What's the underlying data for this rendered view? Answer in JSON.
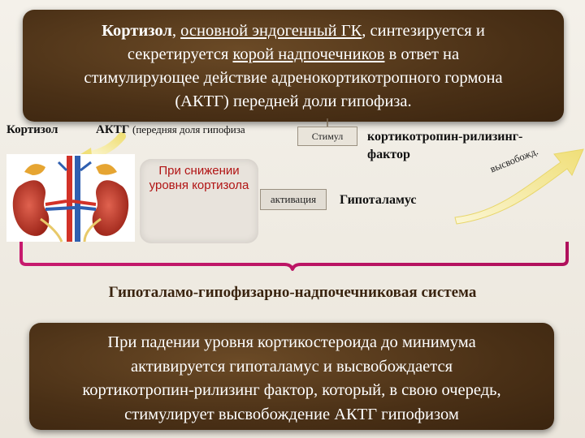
{
  "top_box": {
    "s1": "Кортизол",
    "s2": ", ",
    "s3": "основной эндогенный ГК",
    "s4": ", синтезируется и",
    "s5": "секретируется ",
    "s6": "корой надпочечников",
    "s7": " в ответ на",
    "line3": "стимулирующее действие адренокортикотропного гормона",
    "line4": "(АКТГ) передней доли гипофиза."
  },
  "labels": {
    "cortisol": "Кортизол",
    "acth": "АКТГ",
    "acth_sub": "(передняя доля гипофиза",
    "stimul": "Стимул",
    "crh": "кортикотропин-рилизинг-фактор",
    "activation": "активация",
    "hypothalamus": "Гипоталамус",
    "release": "высвобожд.",
    "low_cortisol": "При снижении уровня кортизола",
    "system": "Гипоталамо-гипофизарно-надпочечниковая система"
  },
  "bottom_box": {
    "line1": "При падении уровня кортикостероида до минимума",
    "line2": "активируется гипоталамус и высвобождается",
    "line3": "кортикотропин-рилизинг фактор, который, в свою очередь,",
    "line4": "стимулирует высвобождение АКТГ гипофизом"
  },
  "colors": {
    "box_brown": "#4a3016",
    "alert_red": "#b11414",
    "arrow_yellow": "#f3e89a",
    "kidney_red": "#c4342a"
  },
  "icons": [
    "kidneys-illustration",
    "curved-arrow",
    "release-arrow",
    "brace"
  ]
}
